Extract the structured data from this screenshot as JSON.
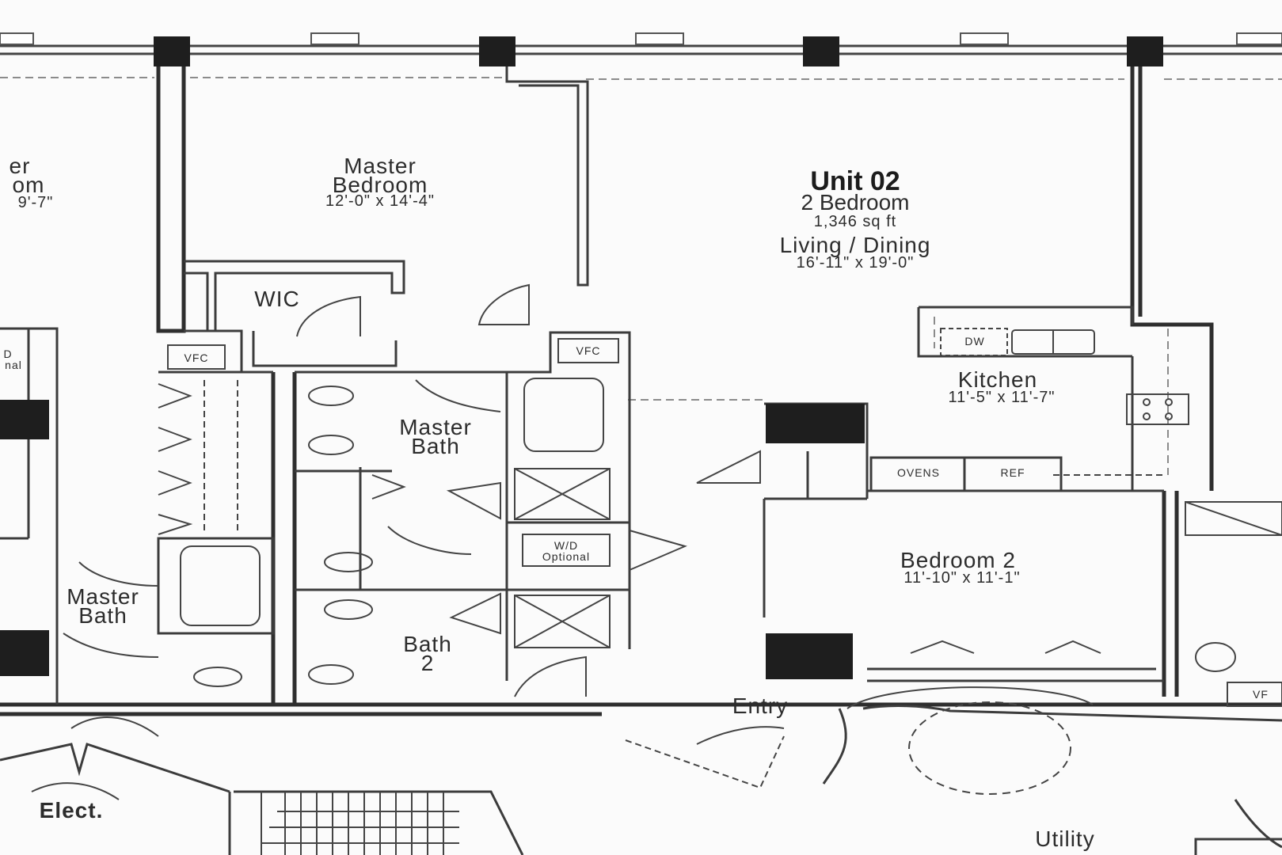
{
  "unit": {
    "title": "Unit 02",
    "type": "2 Bedroom",
    "area": "1,346 sq ft"
  },
  "rooms": {
    "left_bedroom_name_1": "er",
    "left_bedroom_name_2": "om",
    "left_bedroom_dims": "9'-7\"",
    "master_bedroom_name_1": "Master",
    "master_bedroom_name_2": "Bedroom",
    "master_bedroom_dims": "12'-0\" x 14'-4\"",
    "living_dining_name": "Living / Dining",
    "living_dining_dims": "16'-11\" x 19'-0\"",
    "wic": "WIC",
    "kitchen_name": "Kitchen",
    "kitchen_dims": "11'-5\" x 11'-7\"",
    "master_bath_name_1": "Master",
    "master_bath_name_2": "Bath",
    "left_master_bath_name_1": "Master",
    "left_master_bath_name_2": "Bath",
    "bath2_name_1": "Bath",
    "bath2_name_2": "2",
    "bedroom2_name": "Bedroom 2",
    "bedroom2_dims": "11'-10\" x 11'-1\"",
    "entry": "Entry",
    "elect": "Elect.",
    "utility": "Utility"
  },
  "fixtures": {
    "vfc_left": "VFC",
    "vfc_center": "VFC",
    "vfc_right": "VF",
    "dw": "DW",
    "ovens": "OVENS",
    "ref": "REF",
    "wd_1": "W/D",
    "wd_2": "Optional",
    "left_wd_1": "D",
    "left_wd_2": "nal"
  },
  "colors": {
    "wall": "#3a3a3a",
    "column": "#1e1e1e",
    "line": "#555555",
    "paper": "#fbfbfb"
  }
}
